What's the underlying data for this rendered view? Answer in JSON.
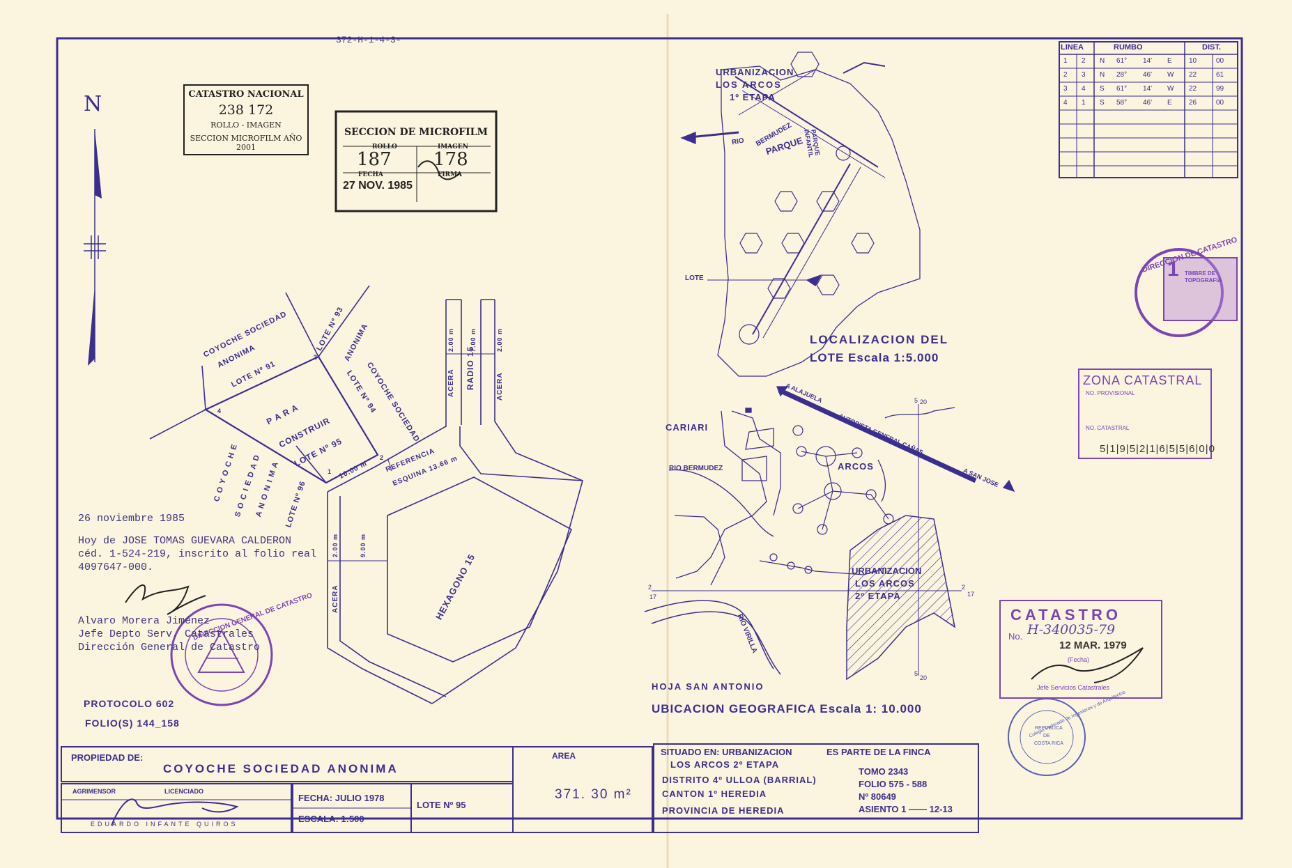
{
  "header_ref": "372-H-1-4-3-",
  "north_label": "N",
  "stamp_catastro_nacional": {
    "title": "CATASTRO NACIONAL",
    "number": "238 172",
    "rollo": "ROLLO - IMAGEN",
    "seccion": "SECCION MICROFILM AÑO 2001"
  },
  "stamp_microfilm": {
    "title": "SECCION DE MICROFILM",
    "rollo_label": "ROLLO",
    "rollo_value": "187",
    "imagen_label": "IMAGEN",
    "imagen_value": "178",
    "fecha_label": "FECHA",
    "fecha_value": "27 NOV. 1985",
    "firma_label": "FIRMA"
  },
  "plan": {
    "lot_label_1": "COYOCHE SOCIEDAD",
    "lot_label_2": "ANONIMA",
    "lot_label_3": "LOTE Nº 91",
    "lote93": "LOTE Nº 93",
    "anonima93": "ANONIMA",
    "lote94": "LOTE Nº 94",
    "coyoche94": "COYOCHE SOCIEDAD",
    "para": "P A R A",
    "construir": "CONSTRUIR",
    "lote95": "LOTE Nº 95",
    "coyoche_left_1": "C O Y O C H E",
    "coyoche_left_2": "S O C I E D A D",
    "coyoche_left_3": "A N O N I M A",
    "lote96": "LOTE Nº 96",
    "dim_front": "10.00 m",
    "referencia": "REFERENCIA",
    "esquina": "ESQUINA 13.66 m",
    "radio": "RADIO 15",
    "acera1": "ACERA",
    "acera2": "ACERA",
    "acera3": "ACERA",
    "dim_acera_1": "2.00 m",
    "dim_road": "7.00 m",
    "dim_acera_2": "2.00 m",
    "dim_acera_3": "2.00 m",
    "dim_9": "9.00 m",
    "hexagono": "HEXAGONO 15",
    "v1": "1",
    "v2": "2",
    "v3": "3",
    "v4": "4"
  },
  "certification": {
    "date": "26 noviembre 1985",
    "line1": "Hoy de JOSE TOMAS GUEVARA CALDERON",
    "line2": "céd. 1-524-219, inscrito al folio real",
    "line3": "4097647-000.",
    "signer1": "Alvaro Morera Jiménez",
    "signer2": "Jefe Depto Serv. Catastrales",
    "signer3": "Dirección General de Catastro",
    "round_stamp": "DIRECCION GENERAL DE CATASTRO"
  },
  "protocolo": "PROTOCOLO 602",
  "folios": "FOLIO(S) 144_158",
  "location_map": {
    "urb_1": "URBANIZACION",
    "urb_2": "LOS ARCOS",
    "urb_3": "1º ETAPA",
    "rio": "RIO",
    "bermudez": "BERMUDEZ",
    "parque": "PARQUE",
    "parque_infantil_1": "PARQUE",
    "parque_infantil_2": "INFANTIL",
    "lote": "LOTE",
    "title_1": "LOCALIZACION DEL",
    "title_2": "LOTE Escala 1:5.000"
  },
  "geo_map": {
    "alajuela": "A ALAJUELA",
    "autopista": "AUTOPISTA GENERAL CAÑAS",
    "san_jose": "A SAN JOSE",
    "cariari": "CARIARI",
    "rio_bermudez": "RIO BERMUDEZ",
    "arcos": "ARCOS",
    "urb_1": "URBANIZACION",
    "urb_2": "LOS ARCOS",
    "urb_3": "2º ETAPA",
    "rio_virilla": "RIO VIRILLA",
    "grid_5_20a": "5",
    "grid_20a": "20",
    "grid_2_17a": "2",
    "grid_17a": "17",
    "grid_2_17b": "2",
    "grid_17b": "17",
    "grid_5_20b": "5",
    "grid_20b": "20",
    "hoja": "HOJA SAN ANTONIO",
    "title": "UBICACION GEOGRAFICA Escala 1: 10.000"
  },
  "rumbo_table": {
    "headers": [
      "LINEA",
      "RUMBO",
      "DIST."
    ],
    "rows": [
      [
        "1",
        "2",
        "N",
        "61°",
        "14'",
        "E",
        "10",
        "00"
      ],
      [
        "2",
        "3",
        "N",
        "28°",
        "46'",
        "W",
        "22",
        "61"
      ],
      [
        "3",
        "4",
        "S",
        "61°",
        "14'",
        "W",
        "22",
        "99"
      ],
      [
        "4",
        "1",
        "S",
        "58°",
        "46'",
        "E",
        "26",
        "00"
      ]
    ]
  },
  "timbre_stamp": {
    "value": "1",
    "text_1": "TIMBRE DE",
    "text_2": "TOPOGRAFIA",
    "ring": "DIRECCION DE CATASTRO"
  },
  "zona_catastral": {
    "title": "ZONA CATASTRAL",
    "provisional": "NO. PROVISIONAL",
    "no_catastral": "NO. CATASTRAL",
    "value": "5|1|9|5|2|1|6|5|5|6|0|0"
  },
  "catastro_stamp": {
    "title": "CATASTRO",
    "no_label": "No.",
    "number": "H-340035-79",
    "date": "12 MAR. 1979",
    "fecha_label": "(Fecha)",
    "jefe": "Jefe Servicios Catastrales"
  },
  "colegio_stamp": {
    "ring": "Colegio Federado de Ingenieros y de Arquitectos",
    "republica": "REPUBLICA",
    "de": "DE",
    "costa_rica": "COSTA RICA"
  },
  "title_block": {
    "propiedad_label": "PROPIEDAD DE:",
    "propiedad_value": "COYOCHE SOCIEDAD ANONIMA",
    "area_label": "AREA",
    "area_value": "371. 30 m²",
    "situado_1": "SITUADO EN: URBANIZACION",
    "situado_2": "LOS ARCOS 2º ETAPA",
    "distrito": "DISTRITO 4º ULLOA (BARRIAL)",
    "canton": "CANTON 1º HEREDIA",
    "provincia": "PROVINCIA DE HEREDIA",
    "finca_label": "ES PARTE DE LA FINCA",
    "tomo": "TOMO 2343",
    "folio": "FOLIO 575 - 588",
    "numero": "Nº 80649",
    "asiento": "ASIENTO 1 —— 12-13",
    "agrimensor": "AGRIMENSOR",
    "licenciado": "LICENCIADO",
    "surveyor_name": "EDUARDO INFANTE QUIROS",
    "fecha": "FECHA: JULIO 1978",
    "escala": "ESCALA: 1:500",
    "lote": "LOTE Nº 95"
  },
  "colors": {
    "ink": "#3a2f8f",
    "paper": "#fbf4de",
    "stamp_violet": "#7a45b5",
    "stamp_black": "#222222"
  }
}
